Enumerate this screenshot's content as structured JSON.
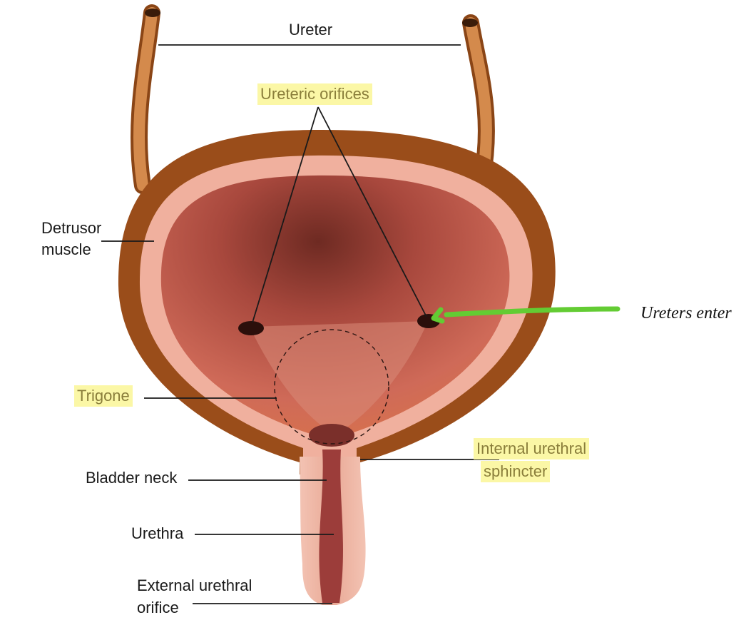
{
  "labels": {
    "ureter": "Ureter",
    "ureteric_orifices": "Ureteric orifices",
    "detrusor_1": "Detrusor",
    "detrusor_2": "muscle",
    "trigone": "Trigone",
    "internal_1": "Internal urethral",
    "internal_2": "sphincter",
    "bladder_neck": "Bladder neck",
    "urethra": "Urethra",
    "external_1": "External urethral",
    "external_2": "orifice"
  },
  "annotation": {
    "text": "Ureters enter",
    "color": "#63cc33"
  },
  "highlight_color": "#fbf7a6"
}
